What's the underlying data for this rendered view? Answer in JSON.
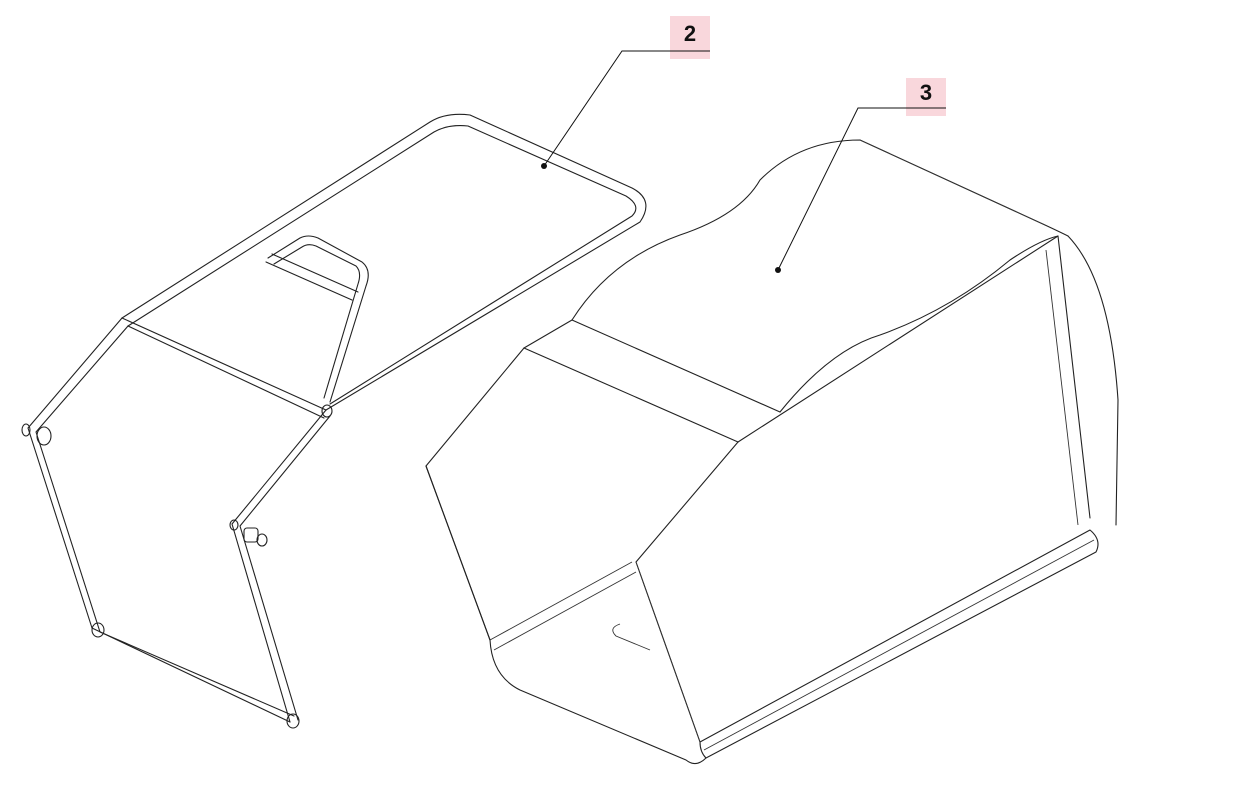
{
  "diagram": {
    "callouts": [
      {
        "id": "callout-2",
        "number": "2",
        "part": "frame"
      },
      {
        "id": "callout-3",
        "number": "3",
        "part": "grass-bag"
      }
    ]
  }
}
